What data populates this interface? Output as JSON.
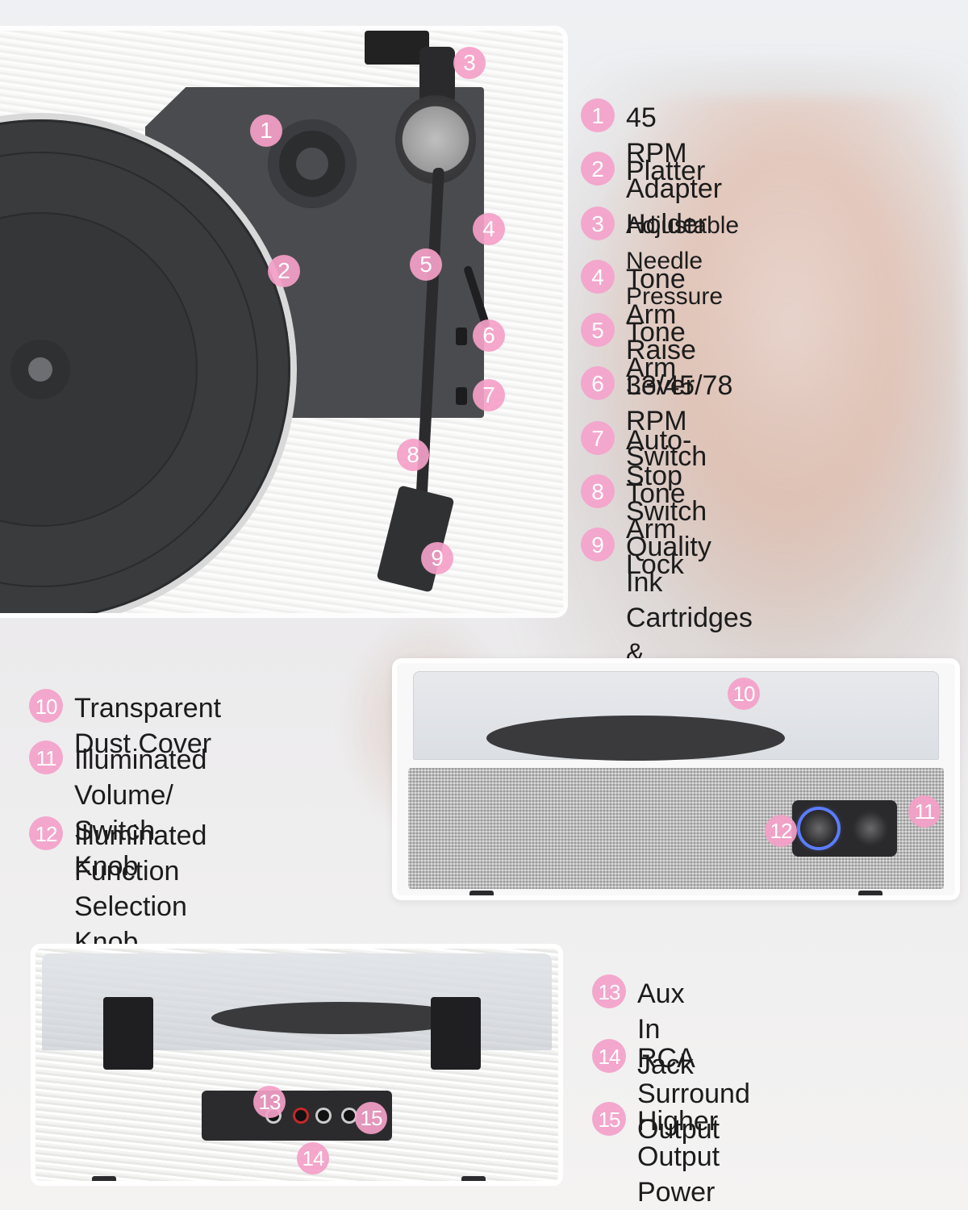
{
  "colors": {
    "badge": "#f3a7cd",
    "text": "#1c1c1c"
  },
  "legend_top": [
    {
      "number": "1",
      "label": "45 RPM Adapter Holder"
    },
    {
      "number": "2",
      "label": "Platter"
    },
    {
      "number": "3",
      "label": "Adjustable Needle Pressure"
    },
    {
      "number": "4",
      "label": "Tone Arm Raise Lever"
    },
    {
      "number": "5",
      "label": "Tone Arm"
    },
    {
      "number": "6",
      "label": "33/45/78 RPM Switch"
    },
    {
      "number": "7",
      "label": "Auto-Stop Switch"
    },
    {
      "number": "8",
      "label": "Tone Arm Lock"
    },
    {
      "number": "9",
      "label": "Quality Ink Cartridges &\nRuby Needles"
    }
  ],
  "legend_middle": [
    {
      "number": "10",
      "label": "Transparent Dust Cover"
    },
    {
      "number": "11",
      "label": "Illuminated Volume/\nSwitch Knob"
    },
    {
      "number": "12",
      "label": "Illuminated Function\nSelection Knob"
    }
  ],
  "legend_bottom": [
    {
      "number": "13",
      "label": "Aux In Jack"
    },
    {
      "number": "14",
      "label": "RCA Surround Output"
    },
    {
      "number": "15",
      "label": "Higher Output Power"
    }
  ],
  "markers": [
    "1",
    "2",
    "3",
    "4",
    "5",
    "6",
    "7",
    "8",
    "9",
    "10",
    "11",
    "12",
    "13",
    "14",
    "15"
  ]
}
